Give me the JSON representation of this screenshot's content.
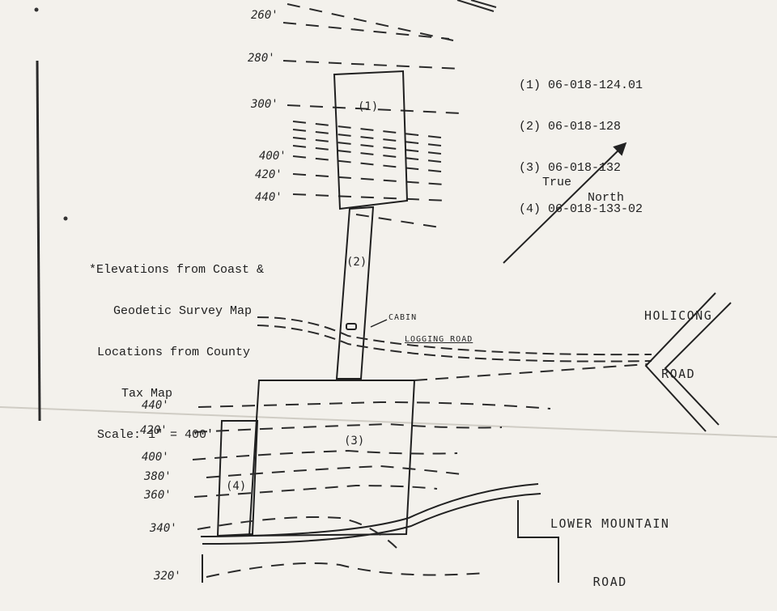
{
  "parcel_ids": [
    {
      "num": "(1)",
      "id": "06-018-124.01"
    },
    {
      "num": "(2)",
      "id": "06-018-128"
    },
    {
      "num": "(3)",
      "id": "06-018-132"
    },
    {
      "num": "(4)",
      "id": "06-018-133-02"
    }
  ],
  "parcel_labels": [
    "(1)",
    "(2)",
    "(3)",
    "(4)"
  ],
  "notes": {
    "line1": "*Elevations from Coast &",
    "line2": "Geodetic Survey Map",
    "line3": "Locations from County",
    "line4": "Tax Map",
    "line5": "Scale: 1\" = 400'"
  },
  "north": {
    "line1": "True",
    "line2": "North"
  },
  "roads": {
    "holicong_1": "HOLICONG",
    "holicong_2": "ROAD",
    "lower_mountain_1": "LOWER MOUNTAIN",
    "lower_mountain_2": "ROAD",
    "logging": "LOGGING ROAD",
    "cabin": "CABIN"
  },
  "elevations_upper": [
    "260'",
    "280'",
    "300'",
    "400'",
    "420'",
    "440'"
  ],
  "elevations_lower": [
    "440'",
    "420'",
    "400'",
    "380'",
    "360'",
    "340'",
    "320'"
  ]
}
